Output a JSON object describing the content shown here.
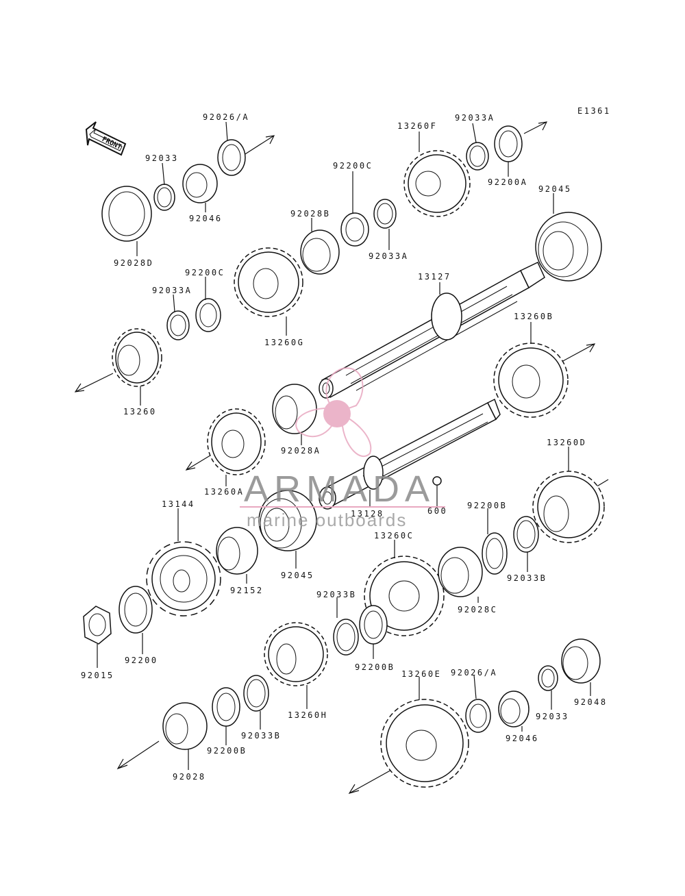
{
  "figure_code": "E1361",
  "front_label": "FRONT",
  "watermark": {
    "brand": "ARMADA",
    "tagline": "marine outboards",
    "accent": "#e8a8c0"
  },
  "part_labels": {
    "p92026a_top": "92026/A",
    "p92033_top": "92033",
    "p92046_top": "92046",
    "p92028d": "92028D",
    "p13260f": "13260F",
    "p92033a_top": "92033A",
    "p92200a": "92200A",
    "p92045_top": "92045",
    "p92200c_top": "92200C",
    "p92028b": "92028B",
    "p92033a_mid": "92033A",
    "p92200c_left": "92200C",
    "p92033a_left": "92033A",
    "p13260g": "13260G",
    "p13127": "13127",
    "p13260b": "13260B",
    "p13260": "13260",
    "p92028a": "92028A",
    "p13260a": "13260A",
    "p13260d": "13260D",
    "p13144": "13144",
    "p13128": "13128",
    "p600": "600",
    "p92200b_right": "92200B",
    "p13260c": "13260C",
    "p92045_mid": "92045",
    "p92152": "92152",
    "p92033b_right": "92033B",
    "p92028c": "92028C",
    "p92033b_mid": "92033B",
    "p92200b_mid": "92200B",
    "p92200": "92200",
    "p92015": "92015",
    "p13260e": "13260E",
    "p92026a_bottom": "92026/A",
    "p13260h": "13260H",
    "p92033b_low": "92033B",
    "p92200b_low": "92200B",
    "p92046_bottom": "92046",
    "p92033_bottom": "92033",
    "p92048": "92048",
    "p92028": "92028"
  }
}
